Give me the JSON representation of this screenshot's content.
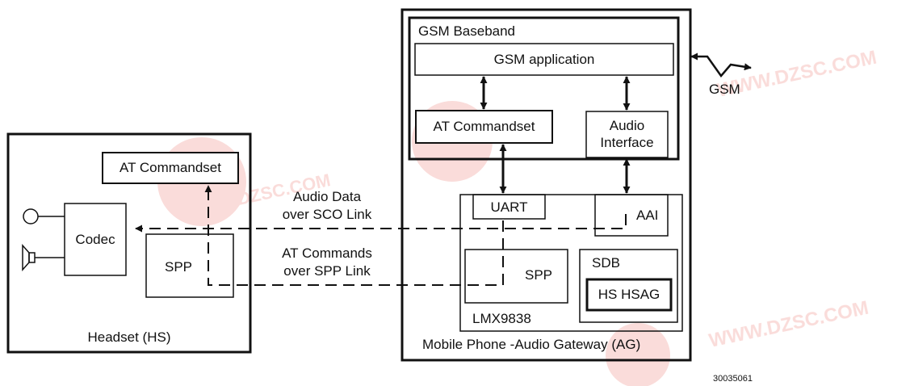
{
  "headset": {
    "caption": "Headset (HS)",
    "at_commandset": "AT Commandset",
    "codec": "Codec",
    "spp": "SPP"
  },
  "links": {
    "audio_line1": "Audio Data",
    "audio_line2": "over SCO Link",
    "at_line1": "AT Commands",
    "at_line2": "over SPP Link"
  },
  "gateway": {
    "caption": "Mobile Phone -Audio Gateway (AG)",
    "baseband_title": "GSM Baseband",
    "gsm_application": "GSM application",
    "at_commandset": "AT Commandset",
    "audio_interface_line1": "Audio",
    "audio_interface_line2": "Interface",
    "gsm_label": "GSM",
    "lmx": {
      "name": "LMX9838",
      "uart": "UART",
      "aai": "AAI",
      "spp": "SPP",
      "sdb": "SDB",
      "hs_hsag": "HS HSAG"
    }
  },
  "figure_id": "30035061",
  "watermark": {
    "text": "WWW.DZSC.COM",
    "color": "#e23b2e"
  }
}
